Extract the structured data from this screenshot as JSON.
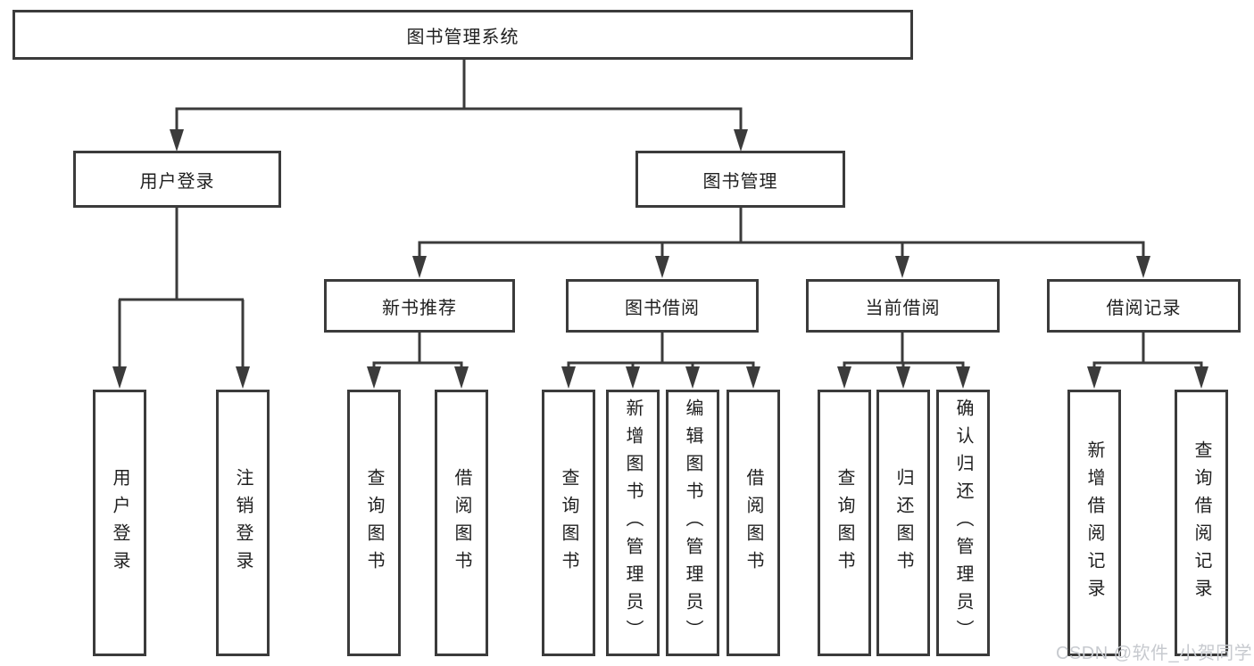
{
  "tree": {
    "root": {
      "label": "图书管理系统",
      "children": [
        {
          "label": "用户登录",
          "children": [
            {
              "label": "用户登录"
            },
            {
              "label": "注销登录"
            }
          ]
        },
        {
          "label": "图书管理",
          "children": [
            {
              "label": "新书推荐",
              "children": [
                {
                  "label": "查询图书"
                },
                {
                  "label": "借阅图书"
                }
              ]
            },
            {
              "label": "图书借阅",
              "children": [
                {
                  "label": "查询图书"
                },
                {
                  "label": "新增图书（管理员）"
                },
                {
                  "label": "编辑图书（管理员）"
                },
                {
                  "label": "借阅图书"
                }
              ]
            },
            {
              "label": "当前借阅",
              "children": [
                {
                  "label": "查询图书"
                },
                {
                  "label": "归还图书"
                },
                {
                  "label": "确认归还（管理员）"
                }
              ]
            },
            {
              "label": "借阅记录",
              "children": [
                {
                  "label": "新增借阅记录"
                },
                {
                  "label": "查询借阅记录"
                }
              ]
            }
          ]
        }
      ]
    }
  },
  "watermark": {
    "text": "CSDN @软件_小贺同学"
  },
  "colors": {
    "line": "#3b3b3b",
    "text": "#1f1f1f",
    "watermark": "#c7cacf"
  }
}
